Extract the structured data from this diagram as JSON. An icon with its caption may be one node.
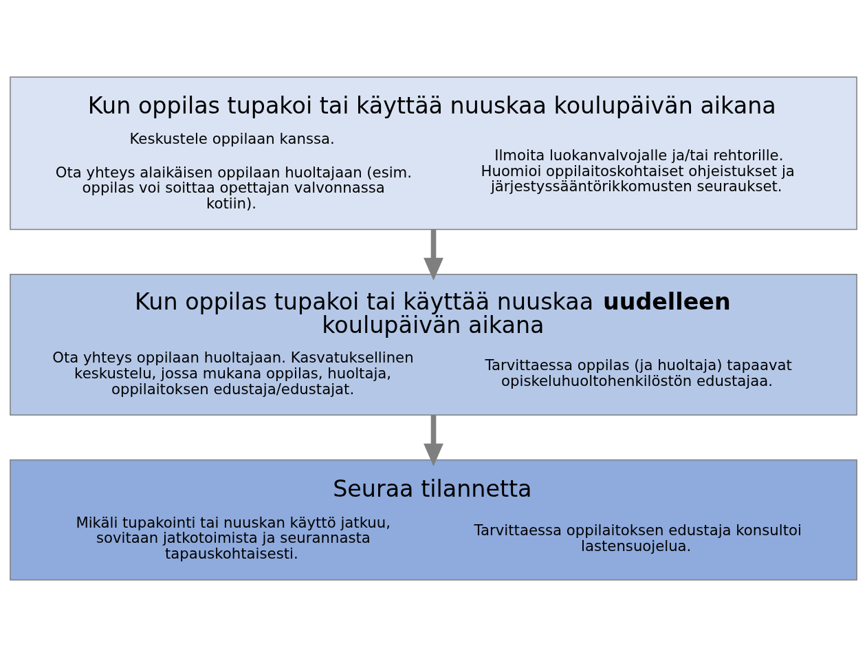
{
  "diagram": {
    "nodes": [
      {
        "text": [
          "Kun oppilas tupakoi tai käyttää nuuskaa koulupäivän aikana",
          "Keskustele oppilaan kanssa.",
          "Ota yhteys alaikäisen oppilaan huoltajaan (esim. oppilas voi soittaa opettajan valvonnassa kotiin).",
          "Ilmoita luokanvalvojalle ja/tai rehtorille. Huomioi oppilaitoskohtaiset ohjeistukset ja järjestyssääntörikkomusten seuraukset."
        ]
      },
      {
        "text": [
          "Kun oppilas tupakoi tai käyttää nuuskaa **uudelleen** koulupäivän aikana",
          "Ota yhteys oppilaan huoltajaan. Kasvatuksellinen keskustelu, jossa mukana oppilas, huoltaja, oppilaitoksen edustaja/edustajat.",
          "Tarvittaessa oppilas (ja huoltaja) tapaavat opiskeluhuoltohenkilöstön edustajaa."
        ]
      },
      {
        "text": [
          "Seuraa tilannetta",
          "Mikäli tupakointi tai nuuskan käyttö jatkuu, sovitaan jatkotoimista ja seurannasta tapauskohtaisesti.",
          "Tarvittaessa oppilaitoksen edustaja konsultoi lastensuojelua."
        ]
      }
    ],
    "edges": [
      {
        "from": 0,
        "to": 1,
        "arrow": "to"
      },
      {
        "from": 1,
        "to": 2,
        "arrow": "to"
      }
    ]
  }
}
